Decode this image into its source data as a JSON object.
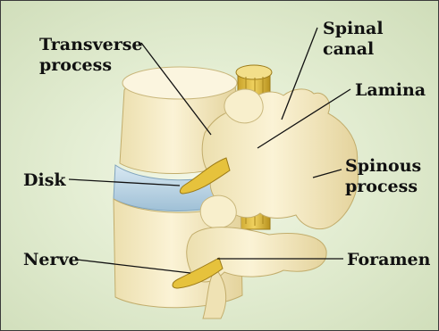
{
  "labels": {
    "transverse_process": [
      "Transverse",
      "process"
    ],
    "spinal_canal": [
      "Spinal",
      "canal"
    ],
    "lamina": "Lamina",
    "spinous_process": [
      "Spinous",
      "process"
    ],
    "disk": "Disk",
    "nerve": "Nerve",
    "foramen": "Foramen"
  },
  "colors": {
    "bone": "#f6ecc4",
    "bone_shadow": "#d9c88f",
    "disk": "#bcd6e6",
    "nerve": "#e6c23c",
    "background": "#e3edd2",
    "leader_line": "#111111"
  }
}
